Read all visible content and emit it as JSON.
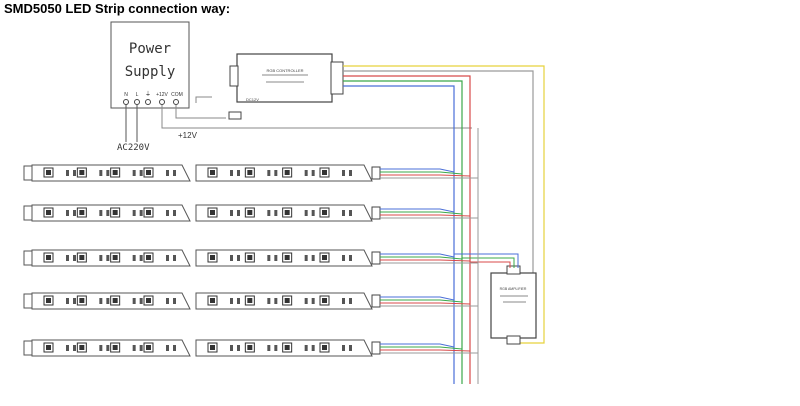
{
  "title": "SMD5050 LED Strip connection way:",
  "power_supply": {
    "label_line1": "Power",
    "label_line2": "Supply",
    "terminals": [
      "N",
      "L",
      "⏚",
      "+12V",
      "COM"
    ]
  },
  "labels": {
    "ac_input": "AC220V",
    "dc_output": "+12V"
  },
  "controller": {
    "label": "RGB CONTROLLER",
    "port": "DC12V"
  },
  "amplifier": {
    "label": "RGB AMPLIFIER"
  },
  "strip_rows": 5,
  "wire_colors": {
    "yellow": "#e6d23c",
    "red": "#d84a4a",
    "green": "#3ba84a",
    "blue": "#4a6fd8",
    "gray": "#9a9a9a"
  }
}
